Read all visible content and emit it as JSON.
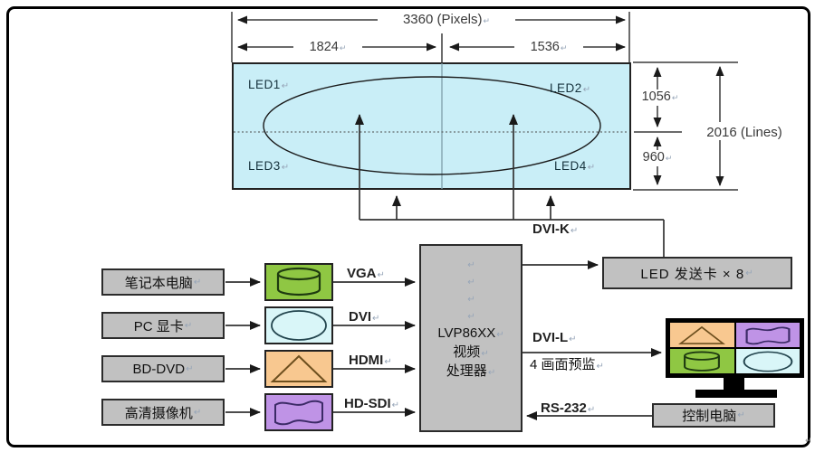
{
  "marks": {
    "ret": "↵"
  },
  "colors": {
    "panel_cyan": "#c9eef7",
    "node_gray": "#c1c1c1",
    "green": "#8fc743",
    "icon_cyan": "#d9f6f8",
    "orange": "#f8c890",
    "purple": "#bf93e6",
    "line": "#333333"
  },
  "screen": {
    "dims": {
      "total_width": "3360 (Pixels)",
      "left_width": "1824",
      "right_width": "1536",
      "top_height": "1056",
      "bottom_height": "960",
      "total_height": "2016 (Lines)"
    },
    "panels": [
      "LED1",
      "LED2",
      "LED3",
      "LED4"
    ]
  },
  "sources": [
    {
      "label": "笔记本电脑",
      "signal": "VGA",
      "icon": "cylinder-icon"
    },
    {
      "label": "PC 显卡",
      "signal": "DVI",
      "icon": "ellipse-icon"
    },
    {
      "label": "BD-DVD",
      "signal": "HDMI",
      "icon": "triangle-icon"
    },
    {
      "label": "高清摄像机",
      "signal": "HD-SDI",
      "icon": "wave-icon"
    }
  ],
  "processor": {
    "model": "LVP86XX",
    "line2": "视频",
    "line3": "处理器"
  },
  "outputs": {
    "dvi_k": "DVI-K",
    "sending_card": "LED 发送卡 × 8",
    "dvi_l": "DVI-L",
    "preview": "4 画面预监",
    "rs232": "RS-232",
    "control_pc": "控制电脑"
  }
}
